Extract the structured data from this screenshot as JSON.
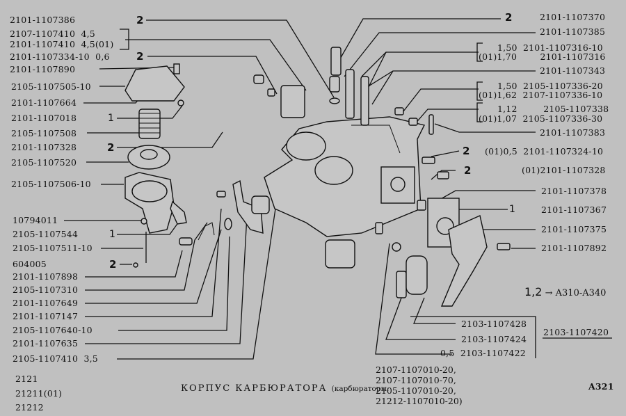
{
  "left_labels": [
    {
      "id": "l1",
      "part": "2101-1107386",
      "qty": "2"
    },
    {
      "id": "l2",
      "part": "2107-1107410  4,5"
    },
    {
      "id": "l3",
      "part": "2101-1107410  4,5(01)"
    },
    {
      "id": "l4",
      "part": "2101-1107334-10  0,6",
      "qty": "2"
    },
    {
      "id": "l5",
      "part": "2101-1107890"
    },
    {
      "id": "l6",
      "part": "2105-1107505-10"
    },
    {
      "id": "l7",
      "part": "2101-1107664"
    },
    {
      "id": "l8",
      "part": "2101-1107018",
      "qty": "1"
    },
    {
      "id": "l9",
      "part": "2105-1107508"
    },
    {
      "id": "l10",
      "part": "2101-1107328",
      "qty": "2"
    },
    {
      "id": "l11",
      "part": "2105-1107520"
    },
    {
      "id": "l12",
      "part": "2105-1107506-10"
    },
    {
      "id": "l13",
      "part": "10794011"
    },
    {
      "id": "l14",
      "part": "2105-1107544",
      "qty": "1"
    },
    {
      "id": "l15",
      "part": "2105-1107511-10"
    },
    {
      "id": "l16",
      "part": "604005",
      "qty": "2"
    },
    {
      "id": "l17",
      "part": "2101-1107898"
    },
    {
      "id": "l18",
      "part": "2105-1107310"
    },
    {
      "id": "l19",
      "part": "2101-1107649"
    },
    {
      "id": "l20",
      "part": "2101-1107147"
    },
    {
      "id": "l21",
      "part": "2105-1107640-10"
    },
    {
      "id": "l22",
      "part": "2101-1107635"
    },
    {
      "id": "l23",
      "part": "2105-1107410  3,5"
    }
  ],
  "right_labels": [
    {
      "id": "r1",
      "part": "2101-1107370",
      "qty": "2"
    },
    {
      "id": "r2",
      "part": "2101-1107385"
    },
    {
      "id": "r3",
      "part": "1,50  2101-1107316-10"
    },
    {
      "id": "r4",
      "part": "(01)1,70        2101-1107316"
    },
    {
      "id": "r5",
      "part": "2101-1107343"
    },
    {
      "id": "r6",
      "part": "1,50  2105-1107336-20"
    },
    {
      "id": "r7",
      "part": "(01)1,62  2107-1107336-10"
    },
    {
      "id": "r8",
      "part": "1,12         2105-1107338"
    },
    {
      "id": "r9",
      "part": "(01)1,07  2105-1107336-30"
    },
    {
      "id": "r10",
      "part": "2101-1107383"
    },
    {
      "id": "r11",
      "part": "(01)0,5  2101-1107324-10",
      "qty": "2"
    },
    {
      "id": "r12",
      "part": "(01)2101-1107328",
      "qty": "2"
    },
    {
      "id": "r13",
      "part": "2101-1107378"
    },
    {
      "id": "r14",
      "part": "2101-1107367",
      "qty": "1"
    },
    {
      "id": "r15",
      "part": "2101-1107375"
    },
    {
      "id": "r16",
      "part": "2101-1107892"
    }
  ],
  "bottom_labels": [
    {
      "id": "b1",
      "part": "2103-1107428"
    },
    {
      "id": "b2",
      "part": "2103-1107424"
    },
    {
      "id": "b3",
      "part": "0,5  2103-1107422"
    }
  ],
  "assembly_ref": "2103-1107420",
  "cross_ref": {
    "qty": "1,2",
    "arrow": "→",
    "target": "A310-A340"
  },
  "vehicle_models": [
    "2121",
    "21211(01)",
    "21212"
  ],
  "title": {
    "main": "КОРПУС  КАРБЮРАТОРА",
    "note": "(карбюраторы:",
    "models": [
      "2107-1107010-20,",
      "2107-1107010-70,",
      "2105-1107010-20,",
      "21212-1107010-20)"
    ]
  },
  "page_code": "A321",
  "colors": {
    "background": "#c0c0c0",
    "ink": "#111111"
  }
}
